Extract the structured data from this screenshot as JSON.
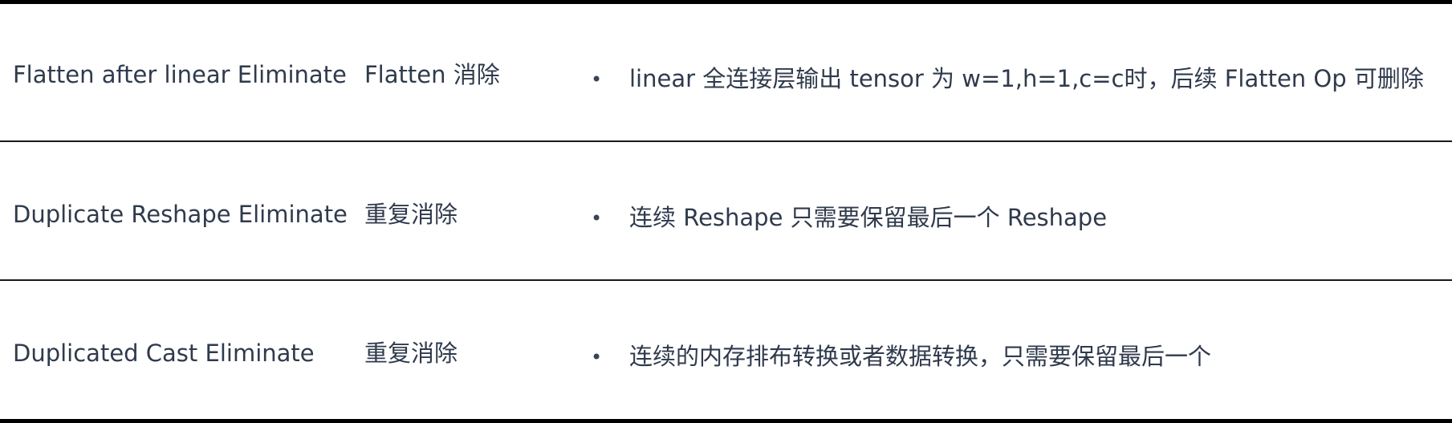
{
  "rows": [
    {
      "name": "Flatten after linear Eliminate",
      "type": "Flatten 消除",
      "bullet": "•",
      "description": "linear 全连接层输出 tensor 为 w=1,h=1,c=c时，后续 Flatten Op 可删除"
    },
    {
      "name": "Duplicate Reshape Eliminate",
      "type": "重复消除",
      "bullet": "•",
      "description": "连续 Reshape 只需要保留最后一个 Reshape"
    },
    {
      "name": "Duplicated Cast Eliminate",
      "type": "重复消除",
      "bullet": "•",
      "description": "连续的内存排布转换或者数据转换，只需要保留最后一个"
    }
  ]
}
